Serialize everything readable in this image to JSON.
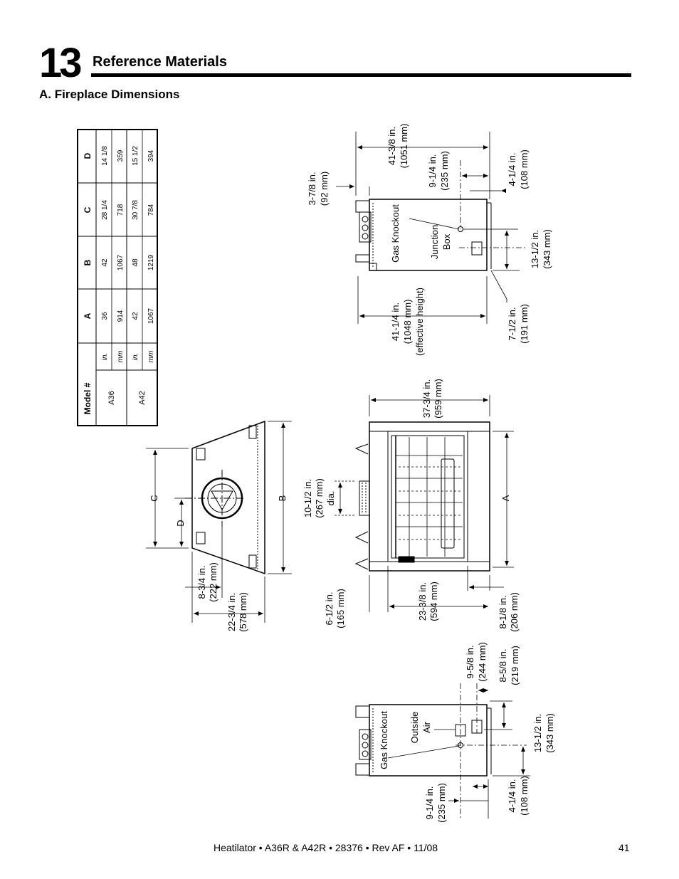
{
  "header": {
    "chapter_number": "13",
    "section_title": "Reference Materials",
    "subsection_title": "A. Fireplace Dimensions"
  },
  "table": {
    "headers": [
      "Model #",
      "",
      "A",
      "B",
      "C",
      "D"
    ],
    "rows": [
      {
        "model": "A36",
        "unit": "in.",
        "values": [
          "36",
          "42",
          "28 1/4",
          "14 1/8"
        ]
      },
      {
        "model": "",
        "unit": "mm",
        "values": [
          "914",
          "1067",
          "718",
          "359"
        ]
      },
      {
        "model": "A42",
        "unit": "in.",
        "values": [
          "42",
          "48",
          "30 7/8",
          "15 1/2"
        ]
      },
      {
        "model": "",
        "unit": "mm",
        "values": [
          "1067",
          "1219",
          "784",
          "394"
        ]
      }
    ]
  },
  "top_view": {
    "label_c": "C",
    "label_d": "D",
    "label_b": "B",
    "dim1_line1": "8-3/4 in.",
    "dim1_line2": "(222 mm)",
    "dim2_line1": "22-3/4 in.",
    "dim2_line2": "(578 mm)"
  },
  "front_view": {
    "label_a": "A",
    "dia_line1": "10-1/2 in.",
    "dia_line2": "(267 mm)",
    "dia_line3": "dia.",
    "width_line1": "37-3/4 in.",
    "width_line2": "(959 mm)",
    "dim_a_line1": "6-1/2 in.",
    "dim_a_line2": "(165 mm)",
    "dim_b_line1": "23-3/8 in.",
    "dim_b_line2": "(594 mm)",
    "dim_c_line1": "8-1/8 in.",
    "dim_c_line2": "(206 mm)"
  },
  "side_view": {
    "gas_knockout": "Gas Knockout",
    "junction_line1": "Junction",
    "junction_line2": "Box",
    "top_line1": "41-3/8 in.",
    "top_line2": "(1051 mm)",
    "d1_line1": "3-7/8 in.",
    "d1_line2": "(92 mm)",
    "d2_line1": "9-1/4 in.",
    "d2_line2": "(235 mm)",
    "d3_line1": "4-1/4 in.",
    "d3_line2": "(108 mm)",
    "d4_line1": "13-1/2 in.",
    "d4_line2": "(343 mm)",
    "d5_line1": "41-1/4 in.",
    "d5_line2": "(1048 mm)",
    "d5_line3": "(effective height)",
    "d6_line1": "7-1/2 in.",
    "d6_line2": "(191 mm)"
  },
  "side_view_2": {
    "gas_knockout": "Gas Knockout",
    "outside_line1": "Outside",
    "outside_line2": "Air",
    "d1_line1": "9-5/8 in.",
    "d1_line2": "(244 mm)",
    "d2_line1": "8-5/8 in.",
    "d2_line2": "(219 mm)",
    "d3_line1": "13-1/2 in.",
    "d3_line2": "(343 mm)",
    "d4_line1": "9-1/4 in.",
    "d4_line2": "(235 mm)",
    "d5_line1": "4-1/4 in.",
    "d5_line2": "(108 mm)"
  },
  "footer": {
    "text": "Heatilator • A36R & A42R • 28376 • Rev AF • 11/08",
    "page": "41"
  }
}
